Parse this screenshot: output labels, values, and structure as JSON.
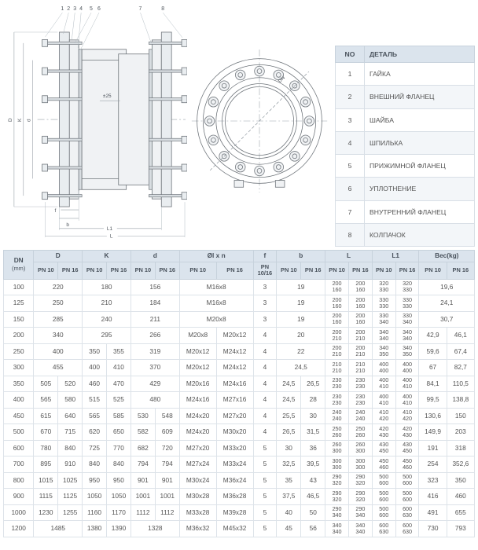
{
  "drawing": {
    "callouts": [
      "1",
      "2",
      "3",
      "4",
      "5",
      "6",
      "7",
      "8"
    ],
    "labels": {
      "D": "D",
      "K": "K",
      "d": "d",
      "f": "f",
      "b": "b",
      "L1": "L1",
      "L": "L",
      "adjust": "±25",
      "dn": "DN"
    }
  },
  "parts": {
    "headers": [
      "NO",
      "ДЕТАЛЬ"
    ],
    "rows": [
      [
        "1",
        "ГАЙКА"
      ],
      [
        "2",
        "ВНЕШНИЙ ФЛАНЕЦ"
      ],
      [
        "3",
        "ШАЙБА"
      ],
      [
        "4",
        "ШПИЛЬКА"
      ],
      [
        "5",
        "ПРИЖИМНОЙ ФЛАНЕЦ"
      ],
      [
        "6",
        "УПЛОТНЕНИЕ"
      ],
      [
        "7",
        "ВНУТРЕННИЙ ФЛАНЕЦ"
      ],
      [
        "8",
        "КОЛПАЧОК"
      ]
    ]
  },
  "dims": {
    "headers": {
      "dn": "DN",
      "dn_sub": "(mm)",
      "D": "D",
      "K": "K",
      "d": "d",
      "oln": "Øl x n",
      "f": "f",
      "f_sub": "PN 10/16",
      "b": "b",
      "L": "L",
      "L1": "L1",
      "w": "Вес(kg)",
      "pn10": "PN 10",
      "pn16": "PN 16"
    },
    "rows": [
      {
        "dn": "100",
        "D": [
          "220",
          null
        ],
        "K": [
          "180",
          null
        ],
        "d": [
          "156",
          null
        ],
        "M": [
          "M16x8",
          null
        ],
        "f": "3",
        "b": [
          "19",
          null
        ],
        "L": [
          "200\n160",
          "200\n160"
        ],
        "L1": [
          "320\n330",
          "320\n330"
        ],
        "W": [
          "19,6",
          null
        ]
      },
      {
        "dn": "125",
        "D": [
          "250",
          null
        ],
        "K": [
          "210",
          null
        ],
        "d": [
          "184",
          null
        ],
        "M": [
          "M16x8",
          null
        ],
        "f": "3",
        "b": [
          "19",
          null
        ],
        "L": [
          "200\n160",
          "200\n160"
        ],
        "L1": [
          "330\n330",
          "330\n330"
        ],
        "W": [
          "24,1",
          null
        ]
      },
      {
        "dn": "150",
        "D": [
          "285",
          null
        ],
        "K": [
          "240",
          null
        ],
        "d": [
          "211",
          null
        ],
        "M": [
          "M20x8",
          null
        ],
        "f": "3",
        "b": [
          "19",
          null
        ],
        "L": [
          "200\n160",
          "200\n160"
        ],
        "L1": [
          "330\n340",
          "330\n340"
        ],
        "W": [
          "30,7",
          null
        ]
      },
      {
        "dn": "200",
        "D": [
          "340",
          null
        ],
        "K": [
          "295",
          null
        ],
        "d": [
          "266",
          null
        ],
        "M": [
          "M20x8",
          "M20x12"
        ],
        "f": "4",
        "b": [
          "20",
          null
        ],
        "L": [
          "200\n210",
          "200\n210"
        ],
        "L1": [
          "340\n340",
          "340\n340"
        ],
        "W": [
          "42,9",
          "46,1"
        ]
      },
      {
        "dn": "250",
        "D": [
          "400",
          null
        ],
        "K": [
          "350",
          "355"
        ],
        "d": [
          "319",
          null
        ],
        "M": [
          "M20x12",
          "M24x12"
        ],
        "f": "4",
        "b": [
          "22",
          null
        ],
        "L": [
          "200\n210",
          "200\n210"
        ],
        "L1": [
          "340\n350",
          "340\n350"
        ],
        "W": [
          "59,6",
          "67,4"
        ]
      },
      {
        "dn": "300",
        "D": [
          "455",
          null
        ],
        "K": [
          "400",
          "410"
        ],
        "d": [
          "370",
          null
        ],
        "M": [
          "M20x12",
          "M24x12"
        ],
        "f": "4",
        "b": [
          "24,5",
          null
        ],
        "L": [
          "210\n210",
          "210\n210"
        ],
        "L1": [
          "400\n400",
          "400\n400"
        ],
        "W": [
          "67",
          "82,7"
        ]
      },
      {
        "dn": "350",
        "D": [
          "505",
          "520"
        ],
        "K": [
          "460",
          "470"
        ],
        "d": [
          "429",
          null
        ],
        "M": [
          "M20x16",
          "M24x16"
        ],
        "f": "4",
        "b": [
          "24,5",
          "26,5"
        ],
        "L": [
          "230\n230",
          "230\n230"
        ],
        "L1": [
          "400\n410",
          "400\n410"
        ],
        "W": [
          "84,1",
          "110,5"
        ]
      },
      {
        "dn": "400",
        "D": [
          "565",
          "580"
        ],
        "K": [
          "515",
          "525"
        ],
        "d": [
          "480",
          null
        ],
        "M": [
          "M24x16",
          "M27x16"
        ],
        "f": "4",
        "b": [
          "24,5",
          "28"
        ],
        "L": [
          "230\n230",
          "230\n230"
        ],
        "L1": [
          "400\n410",
          "400\n410"
        ],
        "W": [
          "99,5",
          "138,8"
        ]
      },
      {
        "dn": "450",
        "D": [
          "615",
          "640"
        ],
        "K": [
          "565",
          "585"
        ],
        "d": [
          "530",
          "548"
        ],
        "M": [
          "M24x20",
          "M27x20"
        ],
        "f": "4",
        "b": [
          "25,5",
          "30"
        ],
        "L": [
          "240\n240",
          "240\n240"
        ],
        "L1": [
          "410\n420",
          "410\n420"
        ],
        "W": [
          "130,6",
          "150"
        ]
      },
      {
        "dn": "500",
        "D": [
          "670",
          "715"
        ],
        "K": [
          "620",
          "650"
        ],
        "d": [
          "582",
          "609"
        ],
        "M": [
          "M24x20",
          "M30x20"
        ],
        "f": "4",
        "b": [
          "26,5",
          "31,5"
        ],
        "L": [
          "250\n260",
          "250\n260"
        ],
        "L1": [
          "420\n430",
          "420\n430"
        ],
        "W": [
          "149,9",
          "203"
        ]
      },
      {
        "dn": "600",
        "D": [
          "780",
          "840"
        ],
        "K": [
          "725",
          "770"
        ],
        "d": [
          "682",
          "720"
        ],
        "M": [
          "M27x20",
          "M33x20"
        ],
        "f": "5",
        "b": [
          "30",
          "36"
        ],
        "L": [
          "260\n300",
          "260\n300"
        ],
        "L1": [
          "430\n450",
          "430\n450"
        ],
        "W": [
          "191",
          "318"
        ]
      },
      {
        "dn": "700",
        "D": [
          "895",
          "910"
        ],
        "K": [
          "840",
          "840"
        ],
        "d": [
          "794",
          "794"
        ],
        "M": [
          "M27x24",
          "M33x24"
        ],
        "f": "5",
        "b": [
          "32,5",
          "39,5"
        ],
        "L": [
          "300\n300",
          "300\n300"
        ],
        "L1": [
          "450\n460",
          "450\n460"
        ],
        "W": [
          "254",
          "352,6"
        ]
      },
      {
        "dn": "800",
        "D": [
          "1015",
          "1025"
        ],
        "K": [
          "950",
          "950"
        ],
        "d": [
          "901",
          "901"
        ],
        "M": [
          "M30x24",
          "M36x24"
        ],
        "f": "5",
        "b": [
          "35",
          "43"
        ],
        "L": [
          "290\n320",
          "290\n320"
        ],
        "L1": [
          "500\n600",
          "500\n600"
        ],
        "W": [
          "323",
          "350"
        ]
      },
      {
        "dn": "900",
        "D": [
          "1115",
          "1125"
        ],
        "K": [
          "1050",
          "1050"
        ],
        "d": [
          "1001",
          "1001"
        ],
        "M": [
          "M30x28",
          "M36x28"
        ],
        "f": "5",
        "b": [
          "37,5",
          "46,5"
        ],
        "L": [
          "290\n320",
          "290\n320"
        ],
        "L1": [
          "500\n600",
          "500\n600"
        ],
        "W": [
          "416",
          "460"
        ]
      },
      {
        "dn": "1000",
        "D": [
          "1230",
          "1255"
        ],
        "K": [
          "1160",
          "1170"
        ],
        "d": [
          "1112",
          "1112"
        ],
        "M": [
          "M33x28",
          "M39x28"
        ],
        "f": "5",
        "b": [
          "40",
          "50"
        ],
        "L": [
          "290\n340",
          "290\n340"
        ],
        "L1": [
          "500\n600",
          "600\n630"
        ],
        "W": [
          "491",
          "655"
        ]
      },
      {
        "dn": "1200",
        "D": [
          "1485",
          null
        ],
        "K": [
          "1380",
          "1390"
        ],
        "d": [
          "1328",
          null
        ],
        "M": [
          "M36x32",
          "M45x32"
        ],
        "f": "5",
        "b": [
          "45",
          "56"
        ],
        "L": [
          "340\n340",
          "340\n340"
        ],
        "L1": [
          "600\n630",
          "600\n630"
        ],
        "W": [
          "730",
          "793"
        ]
      }
    ]
  },
  "colors": {
    "header_bg": "#dbe4ed",
    "border": "#c7d2dc",
    "line": "#6e747a",
    "text": "#49525c"
  }
}
